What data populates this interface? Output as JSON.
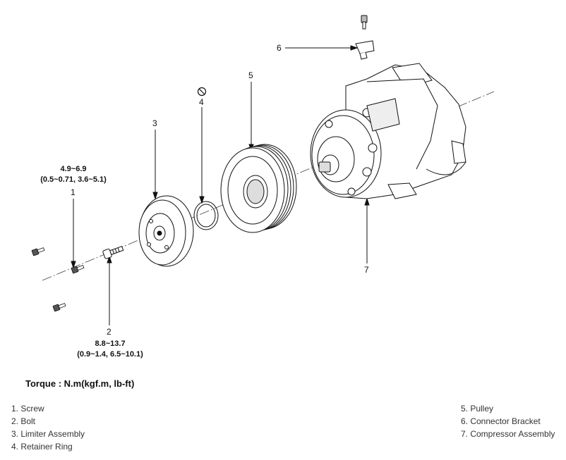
{
  "callouts": {
    "c1": "1",
    "c2": "2",
    "c3": "3",
    "c4": "4",
    "c5": "5",
    "c6": "6",
    "c7": "7"
  },
  "torque_specs": {
    "screw": {
      "nm": "4.9~6.9",
      "kgf_lbft": "(0.5~0.71, 3.6~5.1)"
    },
    "bolt": {
      "nm": "8.8~13.7",
      "kgf_lbft": "(0.9~1.4, 6.5~10.1)"
    }
  },
  "torque_title": "Torque : N.m(kgf.m, lb-ft)",
  "legend": {
    "left": [
      "1. Screw",
      "2. Bolt",
      "3. Limiter Assembly",
      "4. Retainer Ring"
    ],
    "right": [
      "5. Pulley",
      "6. Connector Bracket",
      "7. Compressor Assembly"
    ]
  }
}
